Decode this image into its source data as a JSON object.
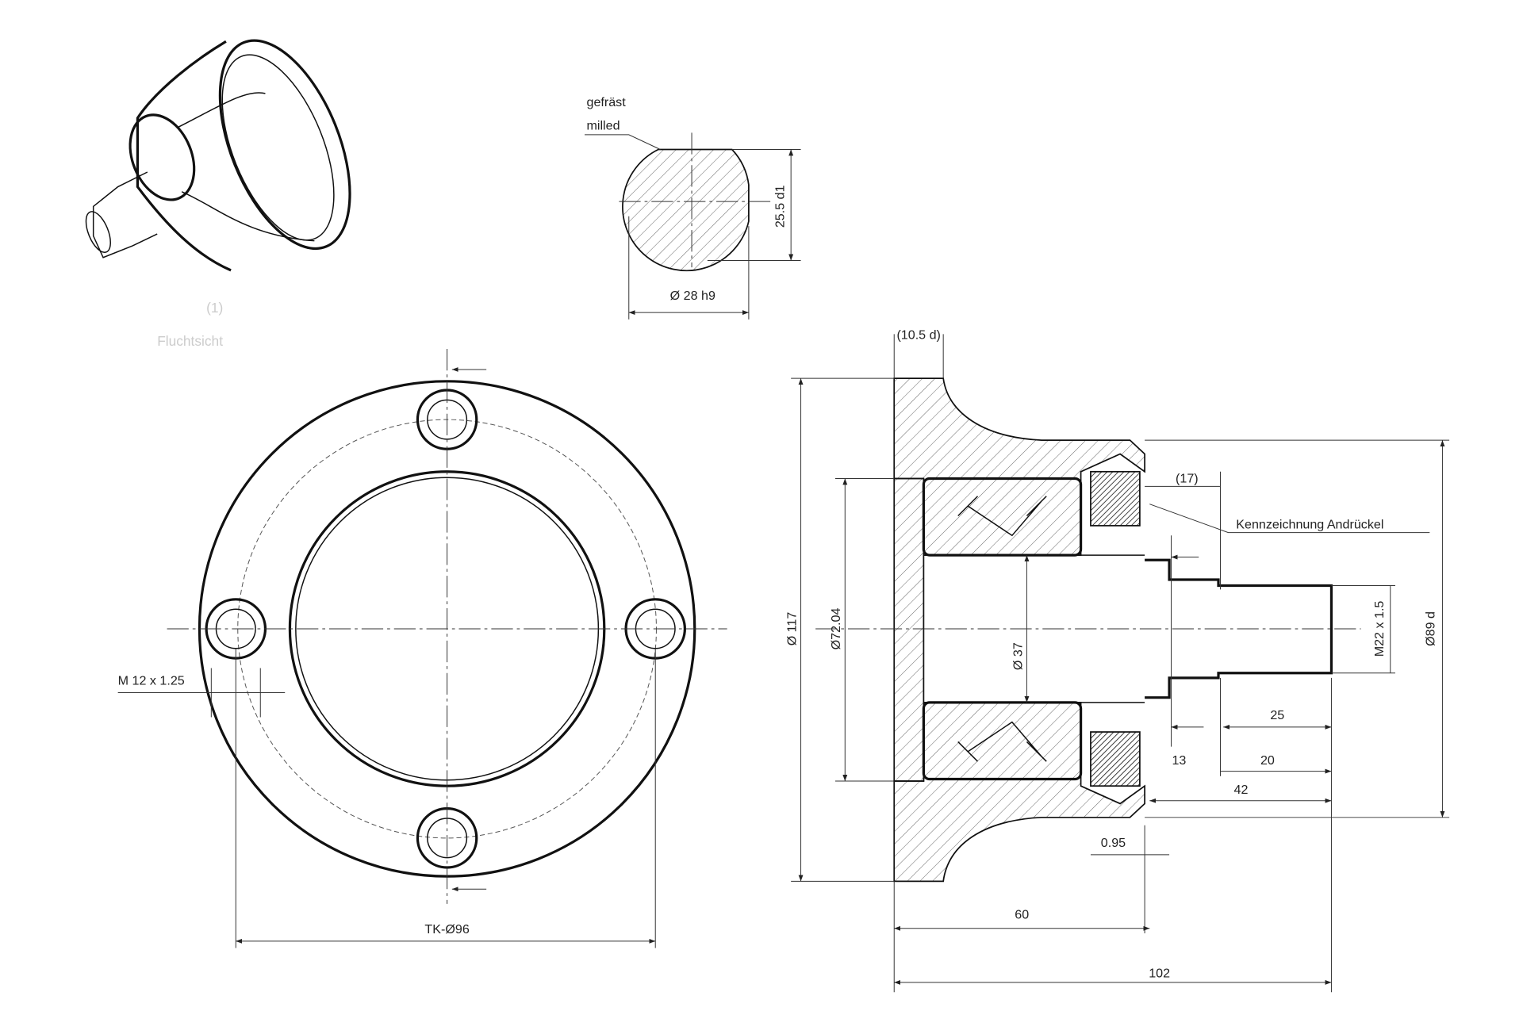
{
  "drawing": {
    "detail_view": {
      "note_de": "gefräst",
      "note_en": "milled",
      "flat_width": "25.5 d1",
      "diameter": "Ø 28 h9"
    },
    "iso_view": {
      "faint_label_1": "(1)",
      "faint_label_2": "Fluchtsicht"
    },
    "front_view": {
      "bolt_circle": "TK-Ø96",
      "thread": "M 12 x 1.25"
    },
    "section_view": {
      "flange_thickness": "(10.5 d)",
      "outer_diameter": "Ø 117",
      "bore_diameter": "Ø72.04",
      "inner_diameter": "Ø 37",
      "thread": "M22 x 1.5",
      "hub_diameter": "Ø89 d",
      "seal_offset": "(17)",
      "marking_note": "Kennzeichnung Andrückel",
      "dim_25": "25",
      "dim_13": "13",
      "dim_20": "20",
      "dim_42": "42",
      "dim_095": "0.95",
      "dim_60": "60",
      "dim_102": "102"
    }
  }
}
